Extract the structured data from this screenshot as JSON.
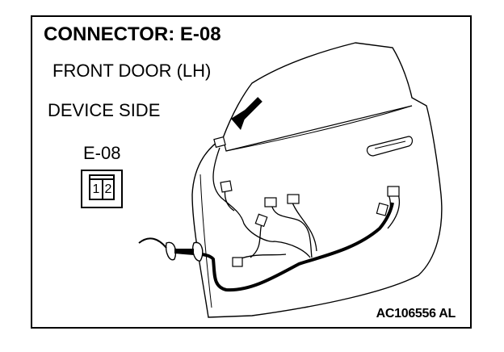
{
  "title": "CONNECTOR: E-08",
  "location": "FRONT DOOR (LH)",
  "side": "DEVICE SIDE",
  "connector_label": "E-08",
  "pins": [
    "1",
    "2"
  ],
  "figure_code": "AC106556 AL"
}
